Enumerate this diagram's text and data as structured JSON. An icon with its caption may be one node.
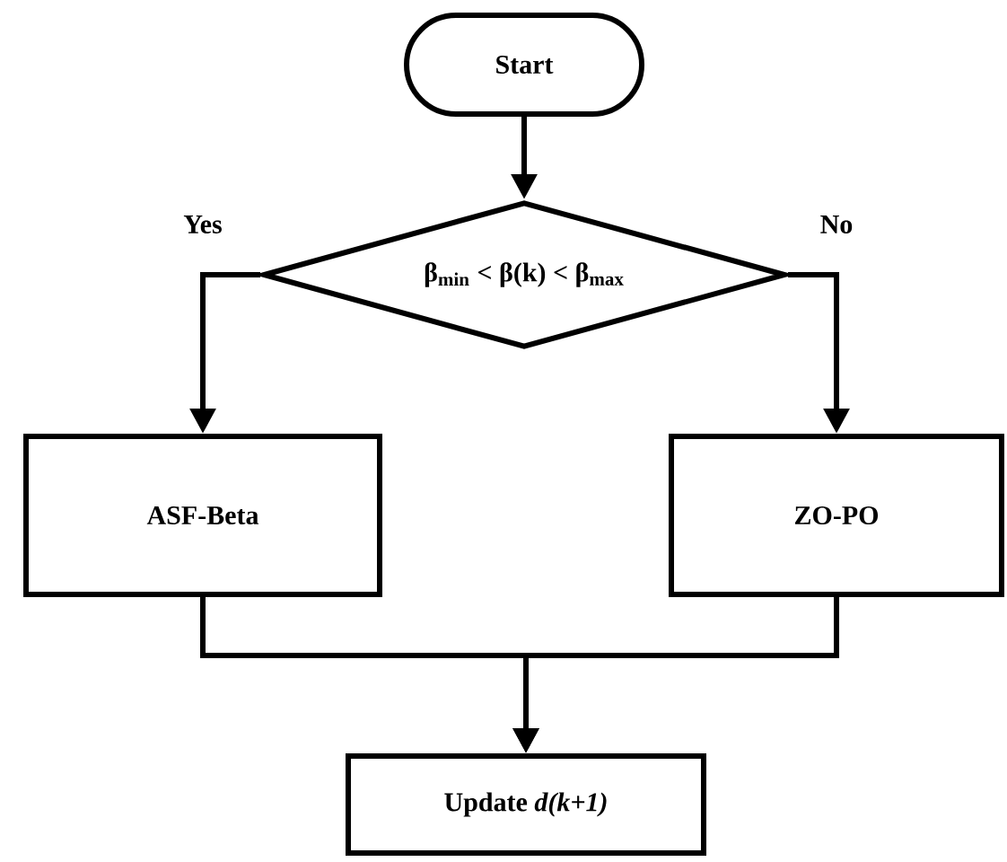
{
  "diagram": {
    "nodes": [
      {
        "text": [
          "Start"
        ]
      },
      {
        "text": [
          "β$_{min}$ < β(k) < β$_{max}$"
        ]
      },
      {
        "text": [
          "ASF-Beta"
        ]
      },
      {
        "text": [
          "ZO-PO"
        ]
      },
      {
        "text": [
          "Update *d(k+1)*"
        ]
      }
    ],
    "edges": [
      {
        "from": 0,
        "to": 1,
        "arrow": "to"
      },
      {
        "from": 1,
        "to": 2,
        "arrow": "to",
        "label": "Yes"
      },
      {
        "from": 1,
        "to": 3,
        "arrow": "to",
        "label": "No"
      },
      {
        "from": 2,
        "to": 4,
        "arrow": "to"
      },
      {
        "from": 3,
        "to": 4,
        "arrow": "to"
      }
    ]
  }
}
